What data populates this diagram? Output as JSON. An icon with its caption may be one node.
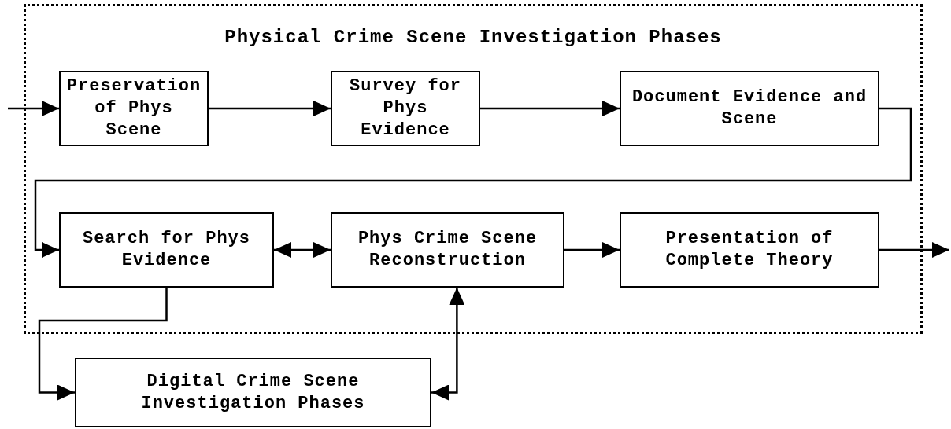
{
  "diagram": {
    "nodes": [
      {
        "text": [
          "Physical Crime Scene Investigation Phases"
        ]
      },
      {
        "text": [
          "Preservation of Phys Scene"
        ],
        "in": 0
      },
      {
        "text": [
          "Survey for Phys Evidence"
        ],
        "in": 0
      },
      {
        "text": [
          "Document Evidence and Scene"
        ],
        "in": 0
      },
      {
        "text": [
          "Search for Phys Evidence"
        ],
        "in": 0
      },
      {
        "text": [
          "Phys Crime Scene Reconstruction"
        ],
        "in": 0
      },
      {
        "text": [
          "Presentation of Complete Theory"
        ],
        "in": 0
      },
      {
        "text": [
          "Digital Crime Scene Investigation Phases"
        ]
      }
    ],
    "edges": [
      {
        "from": null,
        "to": 1,
        "arrow": "to"
      },
      {
        "from": 1,
        "to": 2,
        "arrow": "to"
      },
      {
        "from": 2,
        "to": 3,
        "arrow": "to"
      },
      {
        "from": 3,
        "to": 4,
        "arrow": "to"
      },
      {
        "from": 4,
        "to": 5,
        "arrow": "both"
      },
      {
        "from": 5,
        "to": 6,
        "arrow": "to"
      },
      {
        "from": 6,
        "to": null,
        "arrow": "to"
      },
      {
        "from": 4,
        "to": 7,
        "arrow": "to"
      },
      {
        "from": 7,
        "to": 5,
        "arrow": "both"
      }
    ]
  }
}
